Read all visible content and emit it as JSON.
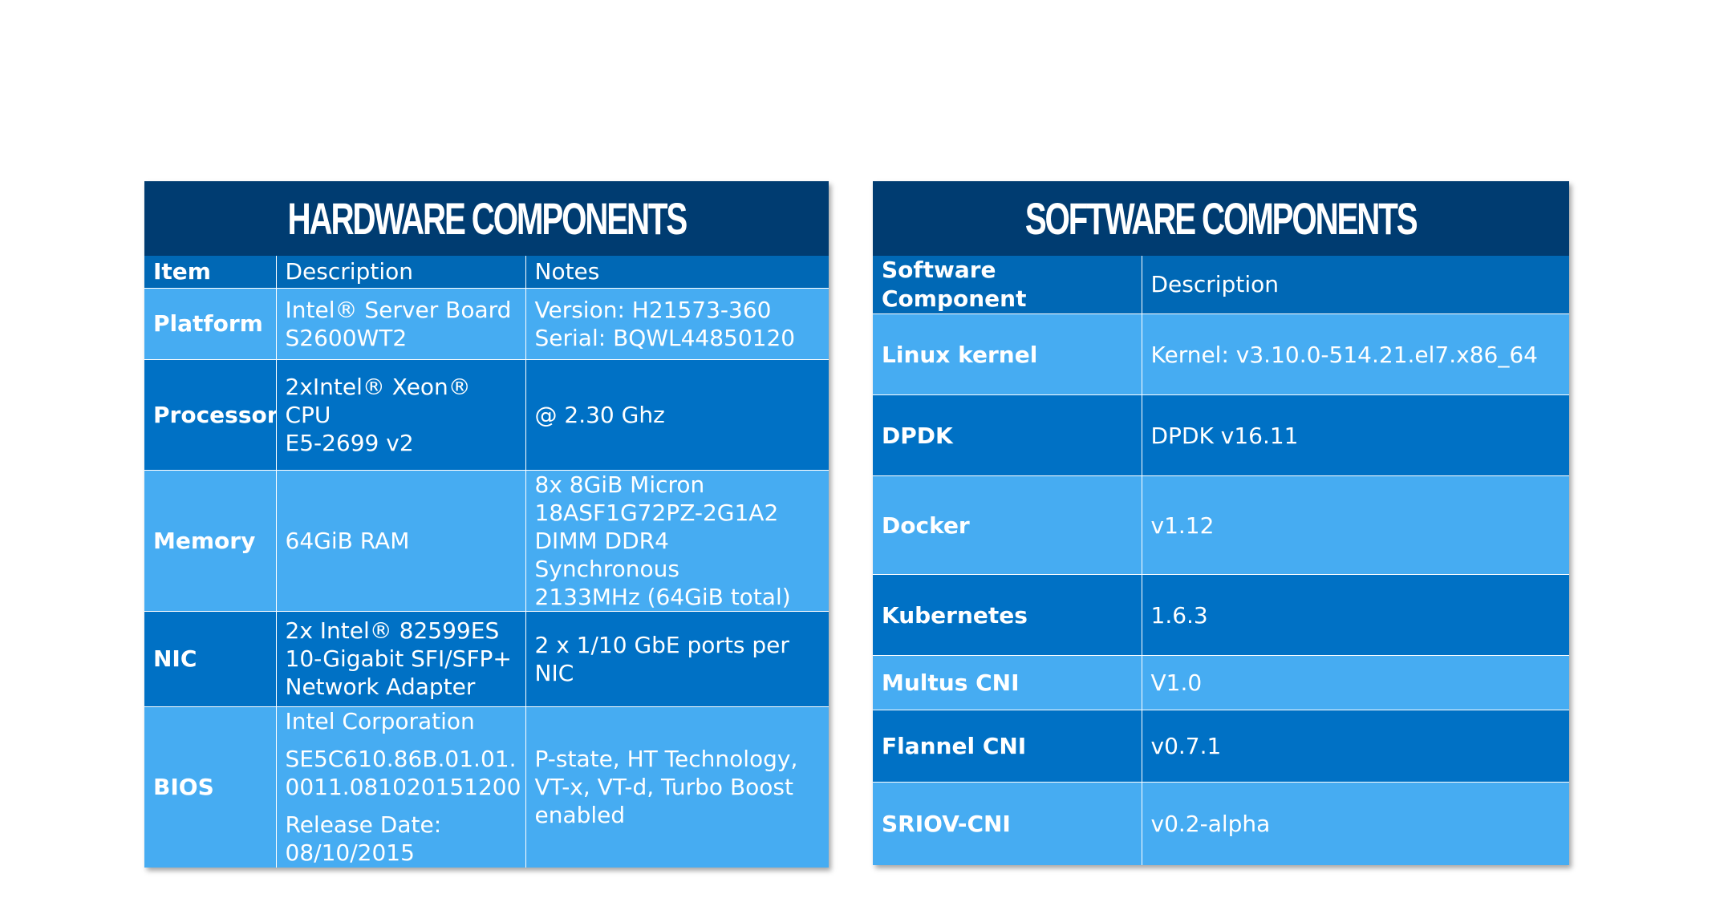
{
  "hardware": {
    "title": "HARDWARE COMPONENTS",
    "headers": [
      "Item",
      "Description",
      "Notes"
    ],
    "rows": [
      {
        "item": "Platform",
        "description": [
          "Intel® Server Board",
          "S2600WT2"
        ],
        "notes": [
          "Version: H21573-360",
          "Serial: BQWL44850120"
        ]
      },
      {
        "item": "Processor",
        "description": [
          "2xIntel® Xeon® CPU",
          "E5-2699 v2"
        ],
        "notes": [
          "@ 2.30 Ghz"
        ]
      },
      {
        "item": "Memory",
        "description": [
          "64GiB RAM"
        ],
        "notes": [
          "8x 8GiB Micron",
          "18ASF1G72PZ-2G1A2",
          "DIMM DDR4 Synchronous",
          "2133MHz (64GiB total)"
        ]
      },
      {
        "item": "NIC",
        "description": [
          "2x Intel® 82599ES",
          "10-Gigabit SFI/SFP+",
          "Network Adapter"
        ],
        "notes": [
          "2 x 1/10 GbE ports per NIC"
        ]
      },
      {
        "item": "BIOS",
        "description": [
          "Intel Corporation",
          "SE5C610.86B.01.01.",
          "0011.081020151200",
          "Release Date:",
          "08/10/2015"
        ],
        "notes": [
          "P-state, HT Technology,",
          "VT-x, VT-d, Turbo Boost",
          "enabled"
        ]
      }
    ]
  },
  "software": {
    "title": "SOFTWARE COMPONENTS",
    "headers": [
      "Software Component",
      "Description"
    ],
    "rows": [
      {
        "component": "Linux kernel",
        "description": "Kernel: v3.10.0-514.21.el7.x86_64"
      },
      {
        "component": "DPDK",
        "description": "DPDK v16.11"
      },
      {
        "component": "Docker",
        "description": "v1.12"
      },
      {
        "component": "Kubernetes",
        "description": "1.6.3"
      },
      {
        "component": "Multus CNI",
        "description": "V1.0"
      },
      {
        "component": "Flannel CNI",
        "description": "v0.7.1"
      },
      {
        "component": "SRIOV-CNI",
        "description": "v0.2-alpha"
      }
    ]
  },
  "colors": {
    "banner": "#003c71",
    "header_row": "#0068b5",
    "row_light": "#46acf2",
    "row_dark": "#0071c5"
  }
}
